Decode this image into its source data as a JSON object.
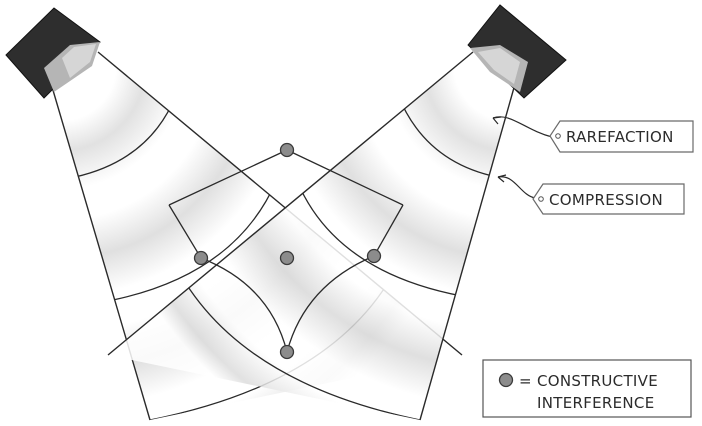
{
  "labels": {
    "rarefaction": "RAREFACTION",
    "compression": "COMPRESSION",
    "legend_equals": "=",
    "legend_line1": "CONSTRUCTIVE",
    "legend_line2": "INTERFERENCE"
  },
  "colors": {
    "line": "#2a2a2a",
    "speaker_body": "#2e2e2e",
    "speaker_cone": "#b5b5b5",
    "node_fill": "#8c8c8c",
    "shading": "#d4d4d4"
  }
}
